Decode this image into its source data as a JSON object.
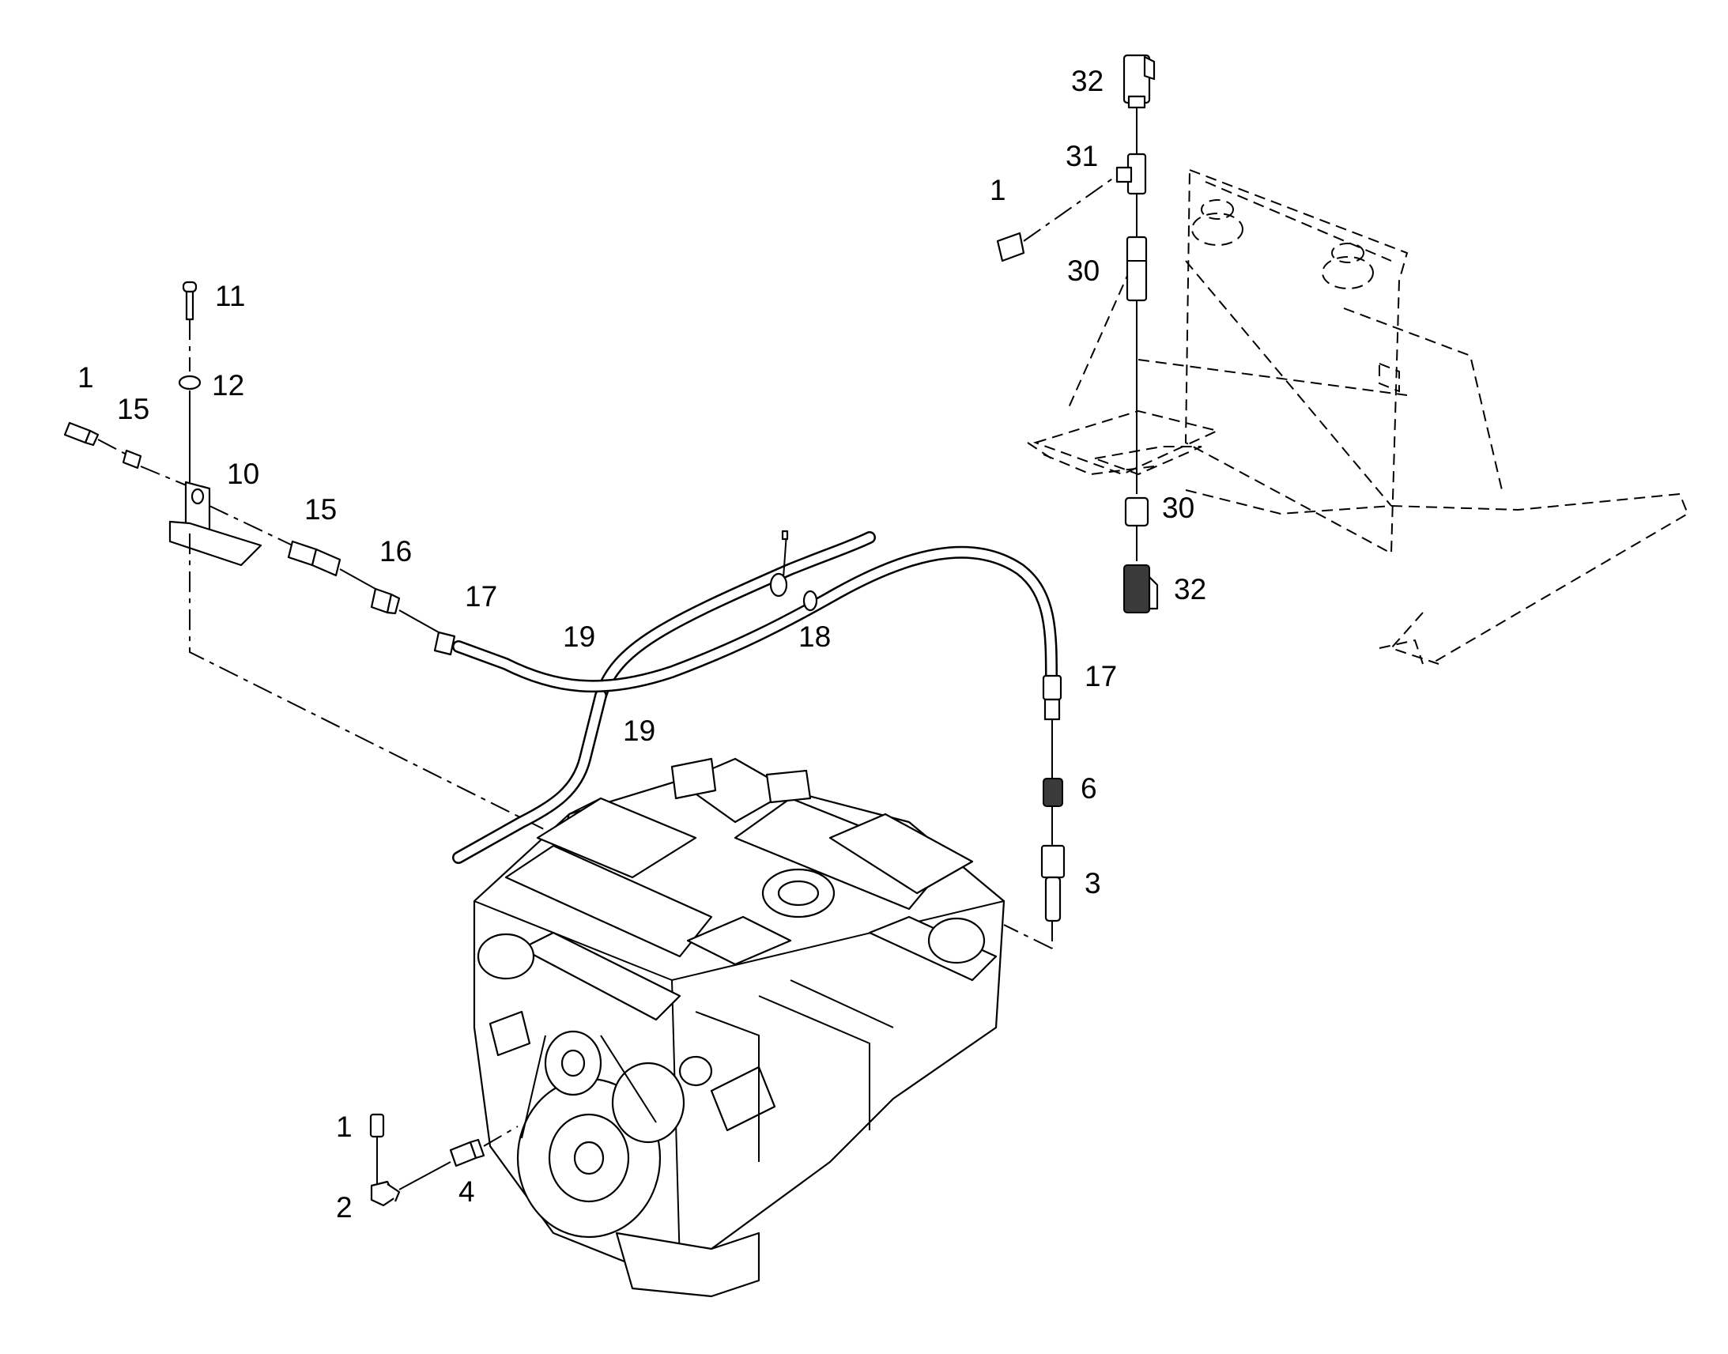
{
  "callouts": {
    "c32_top": "32",
    "c31": "31",
    "c1_frame": "1",
    "c30_top": "30",
    "c30_bottom": "30",
    "c32_bottom": "32",
    "c11": "11",
    "c12": "12",
    "c1_left": "1",
    "c15_left": "15",
    "c10": "10",
    "c15_mid": "15",
    "c16": "16",
    "c17_left": "17",
    "c19_top": "19",
    "c18": "18",
    "c19_bottom": "19",
    "c17_right": "17",
    "c6": "6",
    "c3": "3",
    "c1_bottom": "1",
    "c2": "2",
    "c4": "4"
  },
  "colors": {
    "line": "#000000",
    "background": "#ffffff"
  }
}
